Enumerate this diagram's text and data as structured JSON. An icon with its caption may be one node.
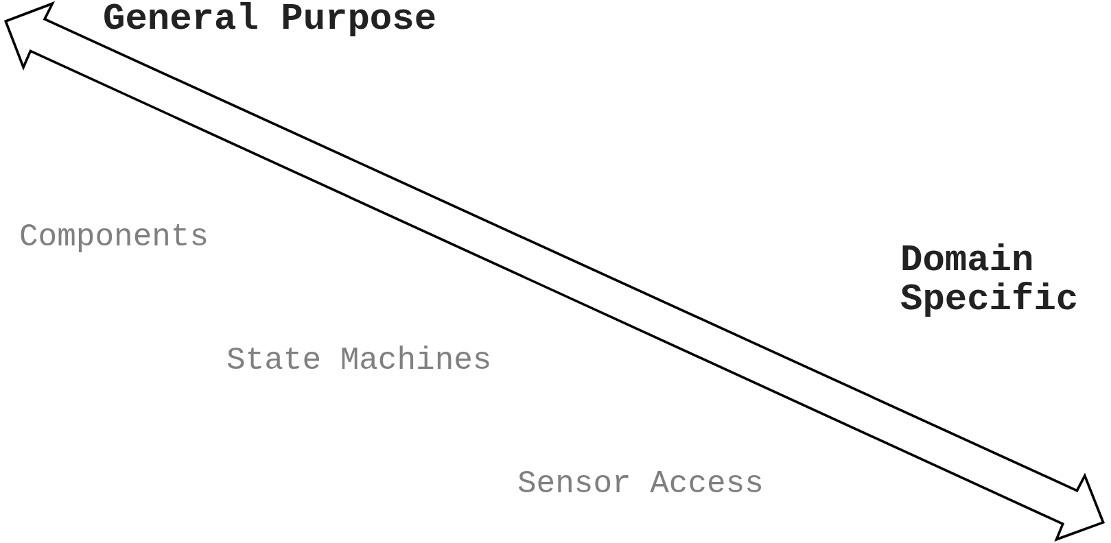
{
  "diagram": {
    "labels": [
      "General Purpose",
      "Components",
      "Domain Specific",
      "State Machines",
      "Sensor Access"
    ]
  }
}
